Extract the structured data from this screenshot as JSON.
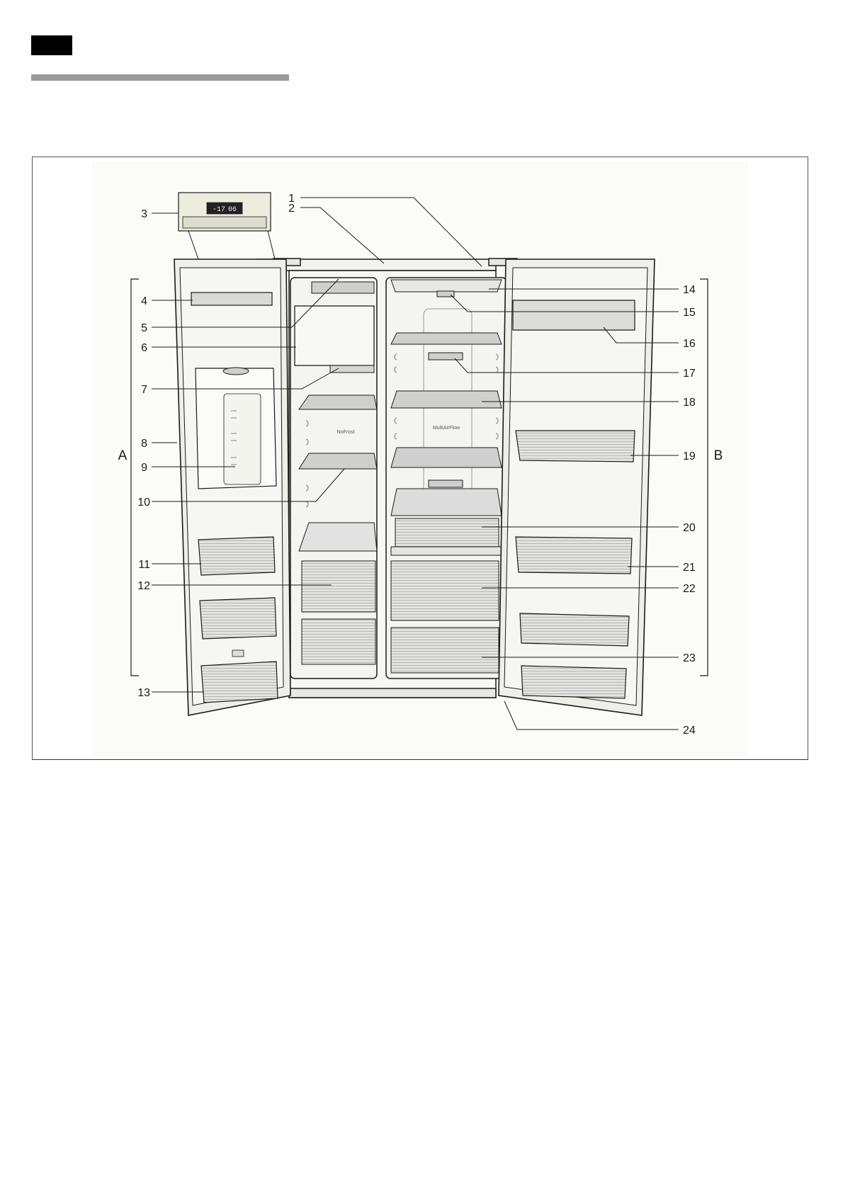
{
  "callouts": [
    {
      "id": "1",
      "label": "1"
    },
    {
      "id": "2",
      "label": "2"
    },
    {
      "id": "3",
      "label": "3"
    },
    {
      "id": "4",
      "label": "4"
    },
    {
      "id": "5",
      "label": "5"
    },
    {
      "id": "6",
      "label": "6"
    },
    {
      "id": "7",
      "label": "7"
    },
    {
      "id": "8",
      "label": "8"
    },
    {
      "id": "9",
      "label": "9"
    },
    {
      "id": "10",
      "label": "10"
    },
    {
      "id": "11",
      "label": "11"
    },
    {
      "id": "12",
      "label": "12"
    },
    {
      "id": "13",
      "label": "13"
    },
    {
      "id": "14",
      "label": "14"
    },
    {
      "id": "15",
      "label": "15"
    },
    {
      "id": "16",
      "label": "16"
    },
    {
      "id": "17",
      "label": "17"
    },
    {
      "id": "18",
      "label": "18"
    },
    {
      "id": "19",
      "label": "19"
    },
    {
      "id": "20",
      "label": "20"
    },
    {
      "id": "21",
      "label": "21"
    },
    {
      "id": "22",
      "label": "22"
    },
    {
      "id": "23",
      "label": "23"
    },
    {
      "id": "24",
      "label": "24"
    }
  ],
  "sections": {
    "freezer_label": "A",
    "fridge_label": "B"
  },
  "interior": {
    "freezer_badge": "NoFrost",
    "fridge_badge": "MultiAirFlow"
  },
  "control_panel": {
    "display_left": "-17",
    "display_right": "06"
  },
  "colors": {
    "line": "#1a1a1a",
    "shelf": "#cfcfcf",
    "body": "#f2f2ee",
    "panel": "#ececdf",
    "display": "#222222"
  }
}
